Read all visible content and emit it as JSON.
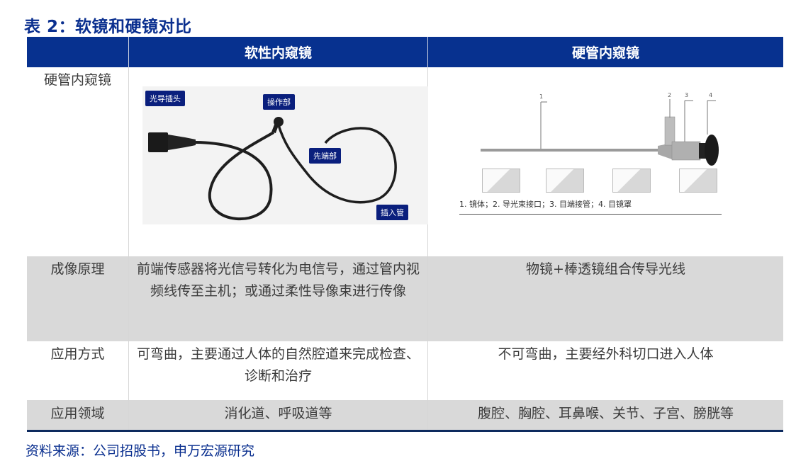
{
  "title": "表 2：软镜和硬镜对比",
  "table": {
    "headers": [
      "",
      "软性内窥镜",
      "硬管内窥镜"
    ],
    "rows": [
      {
        "label": "硬管内窥镜",
        "flexible": {
          "type": "image",
          "tags": [
            "光导插头",
            "操作部",
            "先端部",
            "插入管"
          ]
        },
        "rigid": {
          "type": "image",
          "numbers": [
            "1",
            "2",
            "3",
            "4"
          ],
          "caption": "1. 镜体；2. 导光束接口；3. 目端接管；4. 目镜罩"
        }
      },
      {
        "label": "成像原理",
        "flexible": "前端传感器将光信号转化为电信号，通过管内视频线传至主机；或通过柔性导像束进行传像",
        "rigid": "物镜+棒透镜组合传导光线"
      },
      {
        "label": "应用方式",
        "flexible": "可弯曲，主要通过人体的自然腔道来完成检查、诊断和治疗",
        "rigid": "不可弯曲，主要经外科切口进入人体"
      },
      {
        "label": "应用领域",
        "flexible": "消化道、呼吸道等",
        "rigid": "腹腔、胸腔、耳鼻喉、关节、子宫、膀胱等"
      }
    ]
  },
  "source": "资料来源：公司招股书，申万宏源研究",
  "colors": {
    "header_bg": "#07318f",
    "title": "#0a2f8f",
    "gray_row": "#d9d9d9",
    "bottom_rule": "#0d2a5e"
  }
}
